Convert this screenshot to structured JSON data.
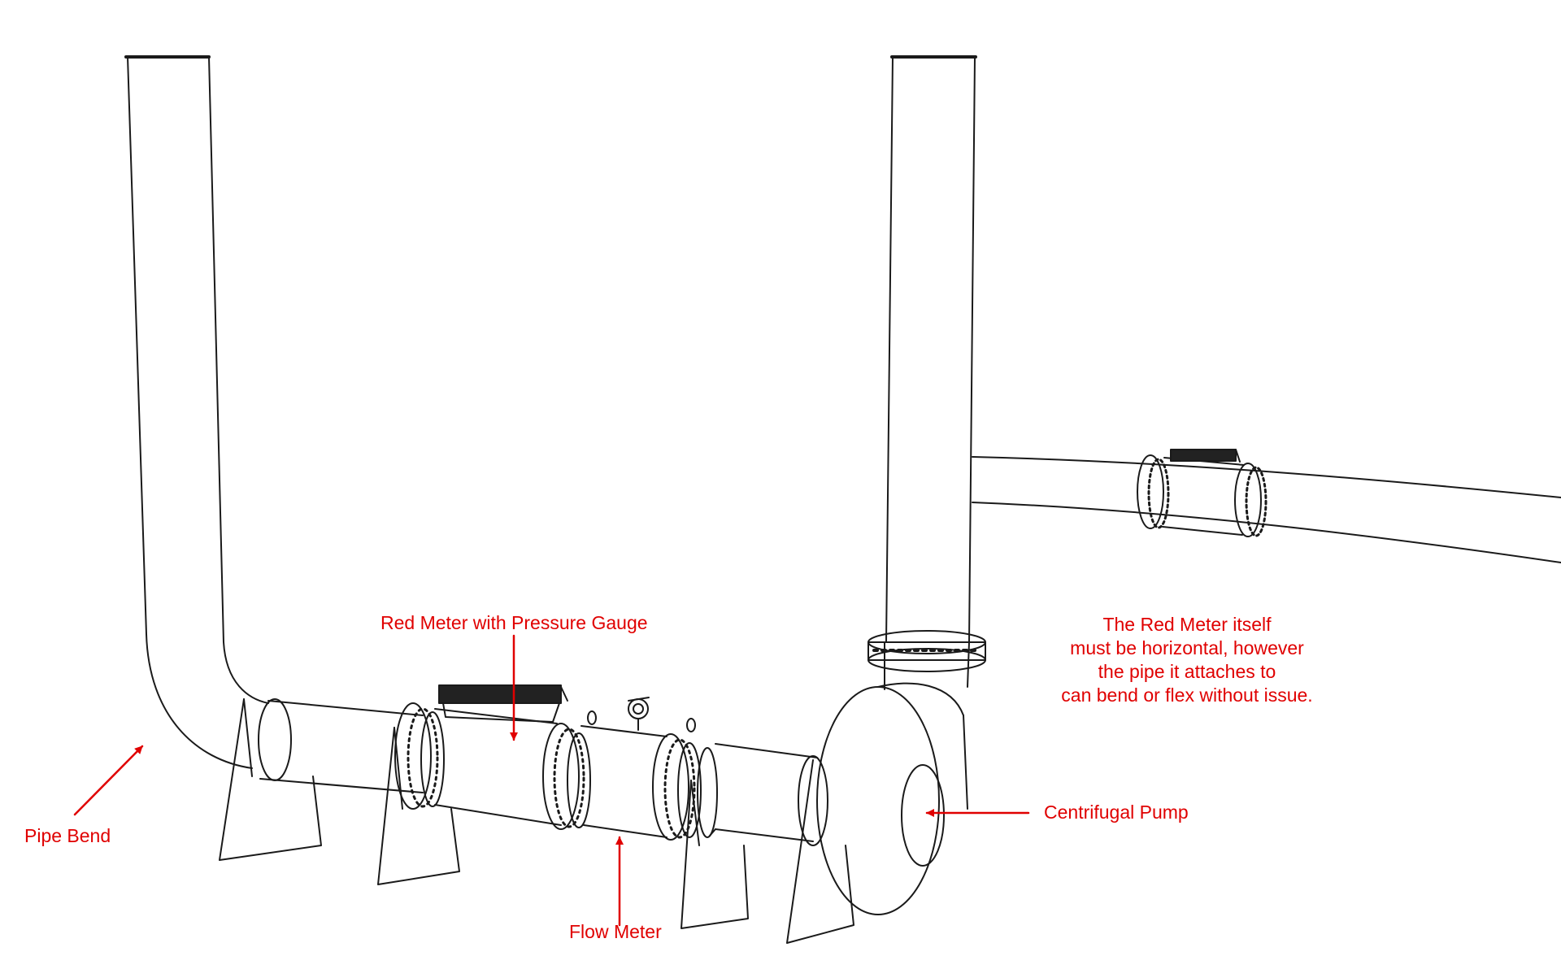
{
  "labels": {
    "red_meter_gauge": "Red Meter with Pressure Gauge",
    "pipe_bend": "Pipe Bend",
    "flow_meter": "Flow Meter",
    "centrifugal_pump": "Centrifugal Pump"
  },
  "note": {
    "line1": "The Red Meter itself",
    "line2": "must be horizontal, however",
    "line3": "the pipe it attaches to",
    "line4": "can bend or flex without issue."
  },
  "colors": {
    "annotation": "#e00000",
    "linework": "#1a1a1a",
    "background": "#ffffff"
  }
}
